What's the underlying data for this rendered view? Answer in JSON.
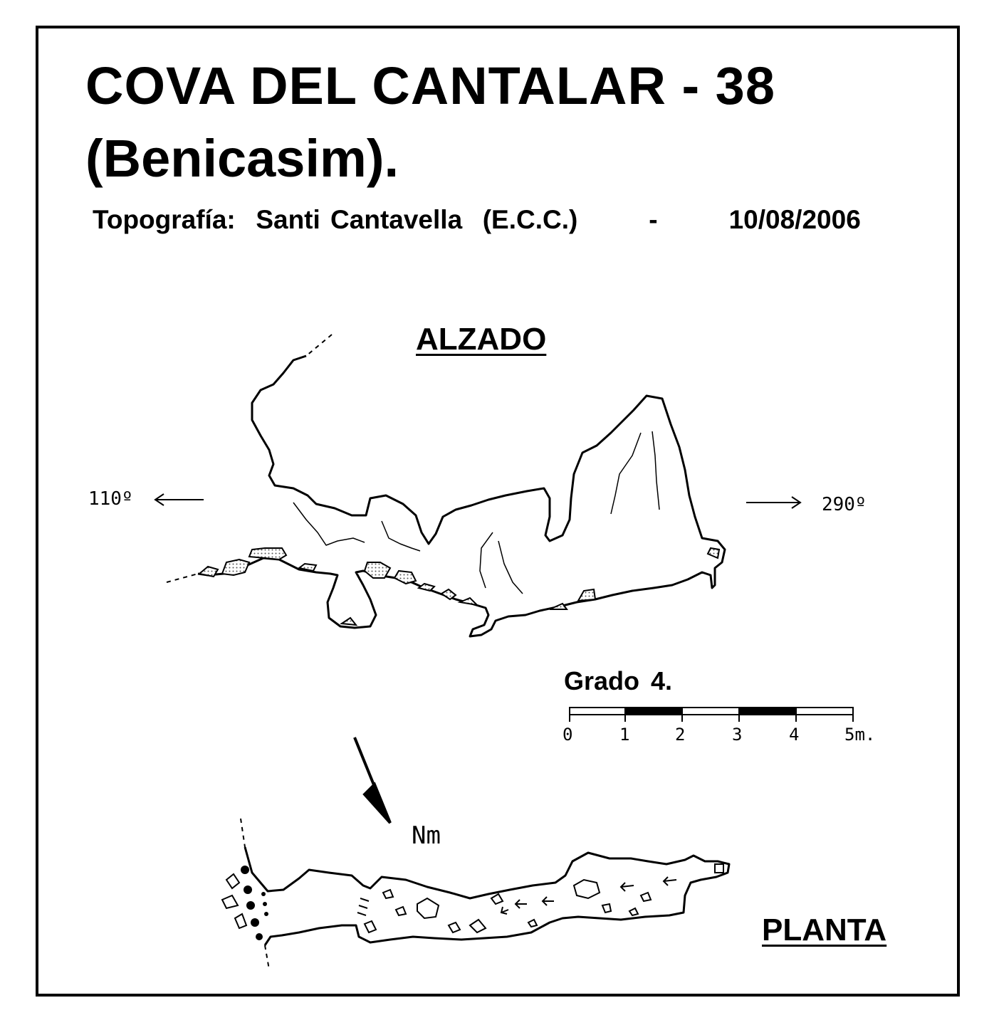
{
  "title": {
    "line1": "COVA  DEL  CANTALAR - 38",
    "line2": "(Benicasim)."
  },
  "credits": {
    "label": "Topografía:",
    "author": "Santi Cantavella",
    "group": "(E.C.C.)",
    "separator": "-",
    "date": "10/08/2006"
  },
  "elevation": {
    "heading": "ALZADO",
    "left_bearing": "110º",
    "right_bearing": "290º"
  },
  "plan": {
    "heading": "PLANTA",
    "north_label": "Nm"
  },
  "scale": {
    "grade": "Grado  4.",
    "ticks": [
      "0",
      "1",
      "2",
      "3",
      "4",
      "5m."
    ],
    "segments": 5
  },
  "colors": {
    "ink": "#000000",
    "paper": "#ffffff",
    "stipple": "#bdbdbd"
  }
}
